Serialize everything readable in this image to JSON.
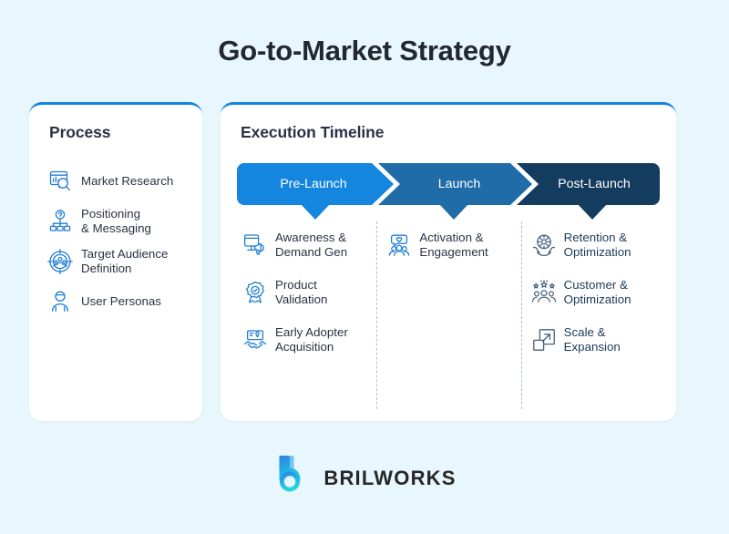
{
  "page": {
    "title": "Go-to-Market Strategy",
    "background_color": "#e8f6fd",
    "heading_color": "#232830"
  },
  "process_card": {
    "heading": "Process",
    "accent_color": "#1383e2",
    "items": [
      {
        "label": "Market Research",
        "icon": "market-research-icon"
      },
      {
        "label": "Positioning\n& Messaging",
        "icon": "positioning-messaging-icon"
      },
      {
        "label": "Target Audience\nDefinition",
        "icon": "target-audience-icon"
      },
      {
        "label": "User Personas",
        "icon": "user-persona-icon"
      }
    ]
  },
  "timeline_card": {
    "heading": "Execution Timeline",
    "accent_color": "#1383e2",
    "stages": [
      {
        "label": "Pre-Launch",
        "color": "#1486e0"
      },
      {
        "label": "Launch",
        "color": "#1f6ca8"
      },
      {
        "label": "Post-Launch",
        "color": "#143c5e"
      }
    ],
    "columns": [
      {
        "stage": "Pre-Launch",
        "items": [
          {
            "label": "Awareness &\nDemand Gen",
            "icon": "awareness-demand-icon"
          },
          {
            "label": "Product\nValidation",
            "icon": "product-validation-icon"
          },
          {
            "label": "Early Adopter\nAcquisition",
            "icon": "early-adopter-icon"
          }
        ]
      },
      {
        "stage": "Launch",
        "items": [
          {
            "label": "Activation &\nEngagement",
            "icon": "activation-engagement-icon"
          }
        ]
      },
      {
        "stage": "Post-Launch",
        "items": [
          {
            "label": "Retention &\nOptimization",
            "icon": "retention-optimization-icon"
          },
          {
            "label": "Customer &\nOptimization",
            "icon": "customer-optimization-icon"
          },
          {
            "label": "Scale &\nExpansion",
            "icon": "scale-expansion-icon"
          }
        ]
      }
    ]
  },
  "brand": {
    "name": "BRILWORKS",
    "logo_icon": "brilworks-logo-icon",
    "logo_gradient_from": "#2f7de1",
    "logo_gradient_to": "#27d7e0"
  }
}
